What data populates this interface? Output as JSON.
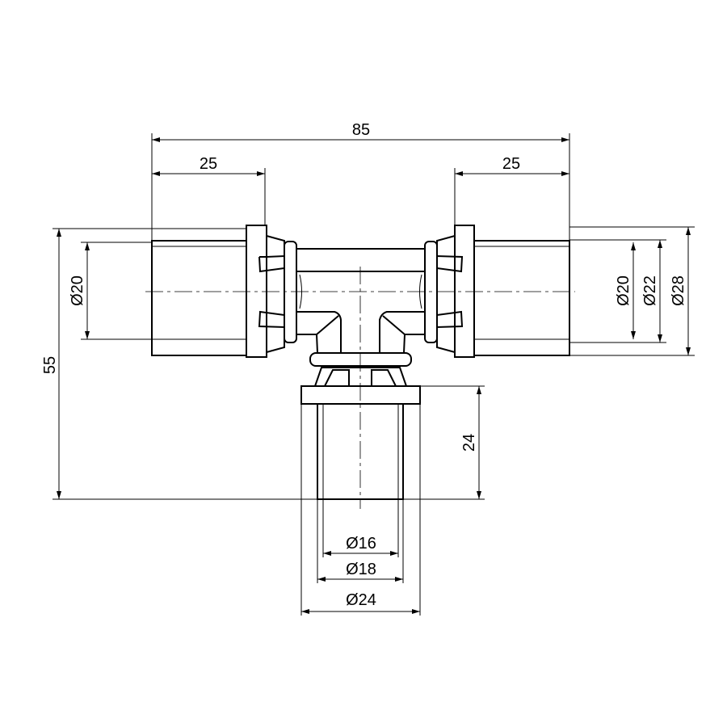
{
  "drawing": {
    "dimensions": {
      "overall_length": "85",
      "left_socket_length": "25",
      "right_socket_length": "25",
      "overall_height": "55",
      "branch_socket_length": "24",
      "left_diameter": "Ø20",
      "right_inner_diameter": "Ø20",
      "right_mid_diameter": "Ø22",
      "right_outer_diameter": "Ø28",
      "branch_inner_diameter": "Ø16",
      "branch_mid_diameter": "Ø18",
      "branch_outer_diameter": "Ø24"
    },
    "line_color": "#000000",
    "background_color": "#ffffff"
  }
}
